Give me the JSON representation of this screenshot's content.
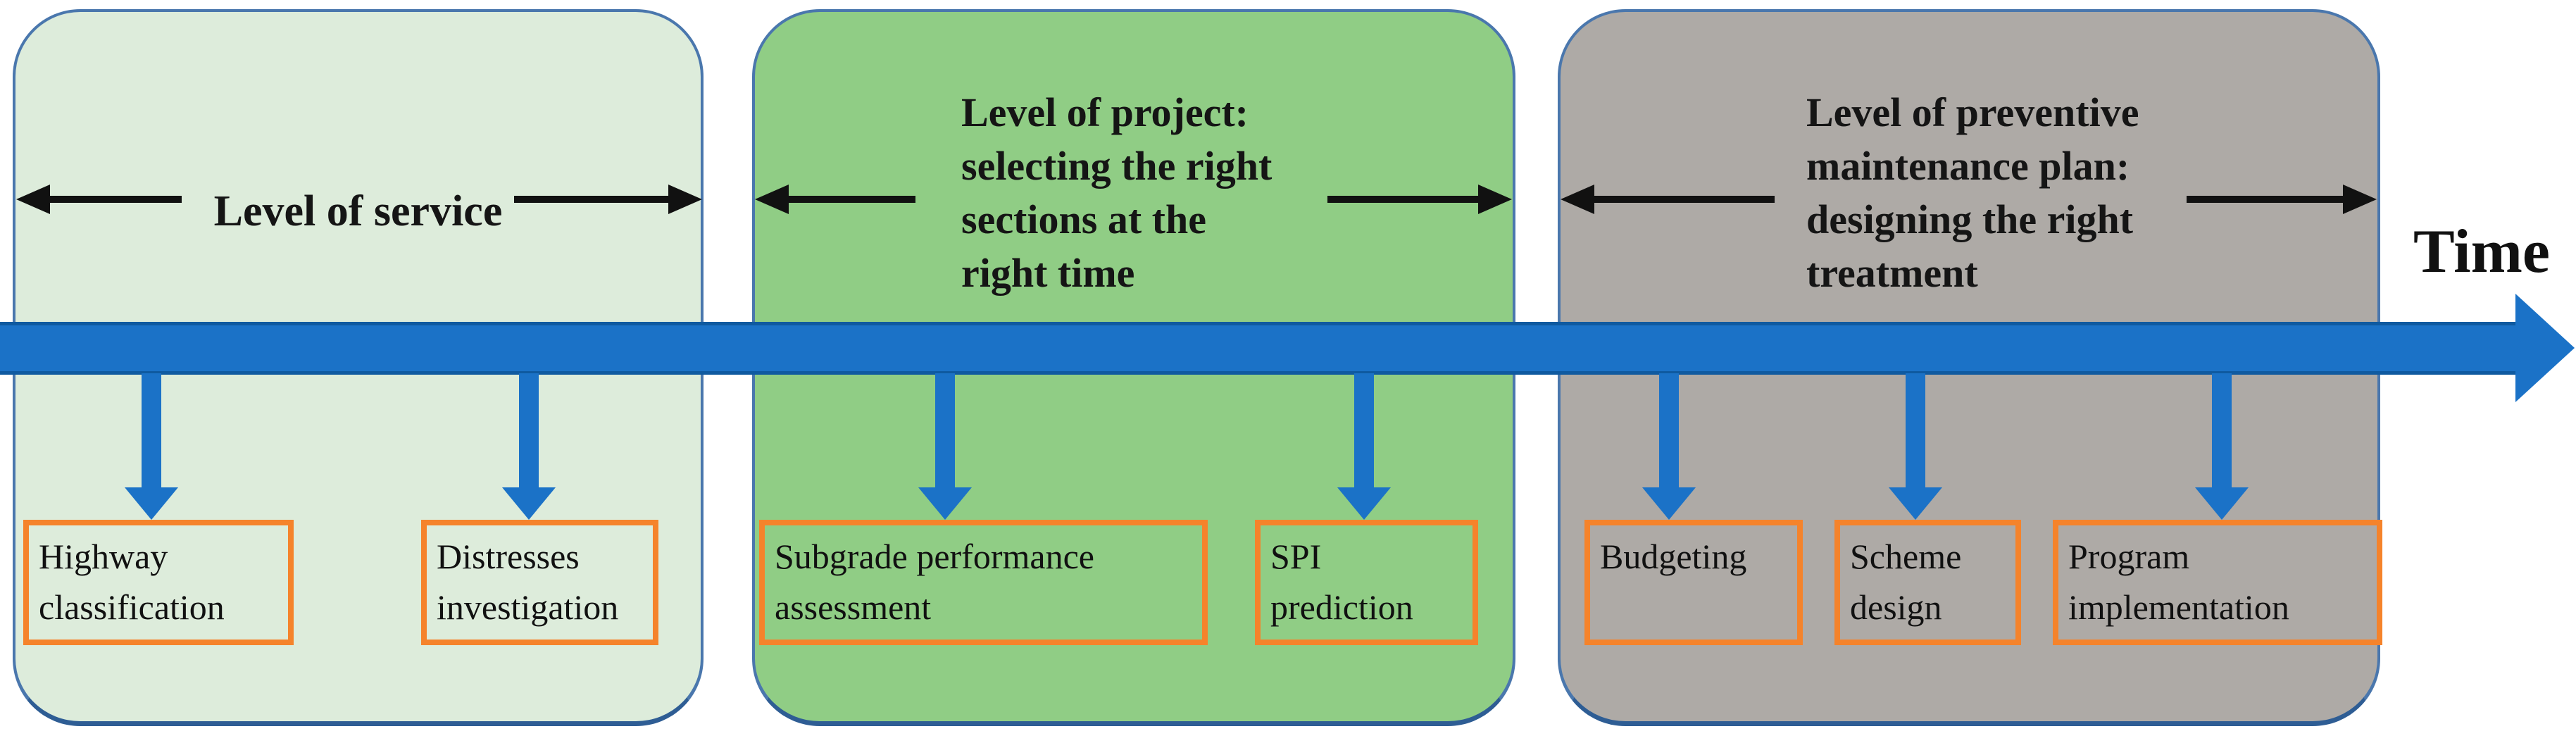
{
  "figure": {
    "time_label": "Time",
    "colors": {
      "timeline_blue": "#1b72c7",
      "timeline_dark": "#0f5aa0",
      "panel_border_blue": "#4a77ad",
      "panel_border_dark": "#2e5d94",
      "box_border_orange": "#f5832b",
      "panel1_fill": "#ddecdb",
      "panel2_fill": "#90cd85",
      "panel3_fill": "#aeaaa6"
    }
  },
  "panels": [
    {
      "title_lines": [
        "Level of service"
      ],
      "boxes": [
        {
          "label": "Highway classification"
        },
        {
          "label": "Distresses investigation"
        }
      ]
    },
    {
      "title_lines": [
        "Level of project:",
        "selecting the right",
        "sections at the",
        "right time"
      ],
      "boxes": [
        {
          "label": "Subgrade performance assessment"
        },
        {
          "label": "SPI prediction"
        }
      ]
    },
    {
      "title_lines": [
        "Level of preventive",
        "maintenance plan:",
        "designing the right",
        "treatment"
      ],
      "boxes": [
        {
          "label": "Budgeting"
        },
        {
          "label": "Scheme design"
        },
        {
          "label": "Program implementation"
        }
      ]
    }
  ]
}
